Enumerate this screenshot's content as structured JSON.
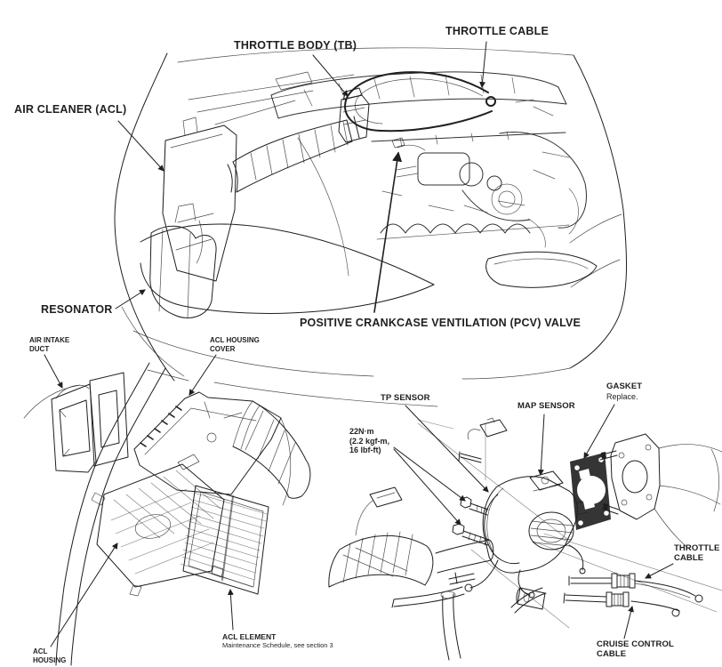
{
  "figure": {
    "background_color": "#ffffff",
    "ink_color": "#1f1f1f",
    "gasket_fill_color": "#262626"
  },
  "engine_bay_view": {
    "labels": {
      "throttle_body": "THROTTLE BODY (TB)",
      "throttle_cable": "THROTTLE CABLE",
      "air_cleaner": "AIR CLEANER (ACL)",
      "resonator": "RESONATOR",
      "pcv_valve": "POSITIVE CRANKCASE VENTILATION (PCV) VALVE"
    }
  },
  "air_cleaner_view": {
    "labels": {
      "air_intake_duct": "AIR INTAKE DUCT",
      "acl_housing_cover": "ACL HOUSING COVER",
      "acl_housing": "ACL HOUSING",
      "acl_element": "ACL ELEMENT",
      "acl_element_note": "Maintenance Schedule, see section 3"
    }
  },
  "throttle_body_view": {
    "labels": {
      "tp_sensor": "TP SENSOR",
      "map_sensor": "MAP SENSOR",
      "gasket": "GASKET",
      "gasket_note": "Replace.",
      "throttle_cable": "THROTTLE CABLE",
      "cruise_control_cable": "CRUISE CONTROL CABLE"
    },
    "torque_spec": {
      "line1": "22N·m",
      "line2": "(2.2 kgf-m,",
      "line3": "16 lbf-ft)"
    }
  }
}
